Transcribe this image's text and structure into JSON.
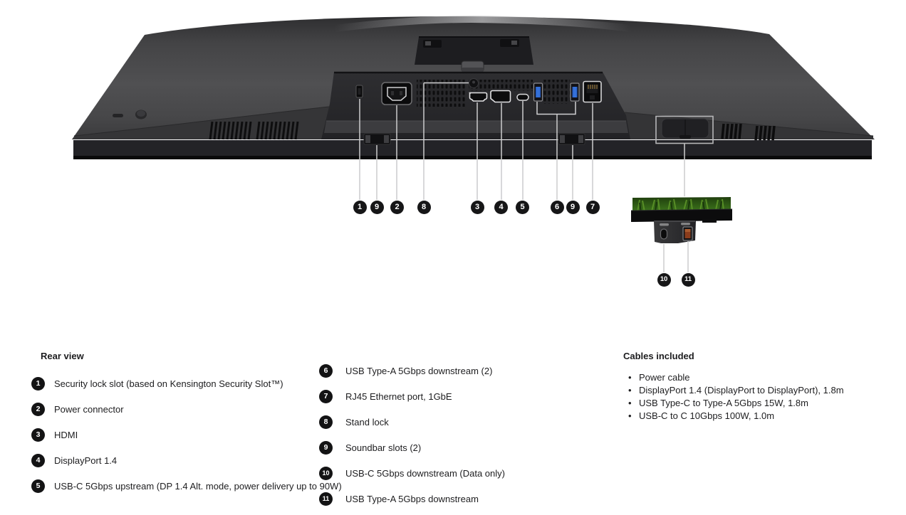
{
  "diagram": {
    "main_callouts": [
      "1",
      "9",
      "2",
      "8",
      "3",
      "4",
      "5",
      "6",
      "9",
      "7"
    ],
    "stand_callouts": [
      "10",
      "11"
    ],
    "colors": {
      "callout_bg": "#161617",
      "leader_line": "#cccccd",
      "usb_port_blue": "#2a62c9",
      "grass_green": "#3f7a1d",
      "monitor_shell_gray": "#4c4c4e"
    }
  },
  "legend": {
    "rear_view_title": "Rear view",
    "items": [
      {
        "number": "1",
        "label": "Security lock slot (based on Kensington Security Slot™)"
      },
      {
        "number": "2",
        "label": "Power connector"
      },
      {
        "number": "3",
        "label": "HDMI"
      },
      {
        "number": "4",
        "label": "DisplayPort 1.4"
      },
      {
        "number": "5",
        "label": "USB-C 5Gbps upstream (DP 1.4 Alt. mode, power delivery up to 90W)"
      },
      {
        "number": "6",
        "label": "USB Type-A 5Gbps downstream (2)"
      },
      {
        "number": "7",
        "label": "RJ45 Ethernet port, 1GbE"
      },
      {
        "number": "8",
        "label": "Stand lock"
      },
      {
        "number": "9",
        "label": "Soundbar slots (2)"
      },
      {
        "number": "10",
        "label": "USB-C 5Gbps downstream (Data only)"
      },
      {
        "number": "11",
        "label": "USB Type-A 5Gbps downstream"
      }
    ],
    "cables_title": "Cables included",
    "cables": [
      "Power cable",
      "DisplayPort 1.4 (DisplayPort to DisplayPort),  1.8m",
      "USB Type-C to Type-A 5Gbps 15W, 1.8m",
      "USB-C to C 10Gbps 100W, 1.0m"
    ]
  }
}
